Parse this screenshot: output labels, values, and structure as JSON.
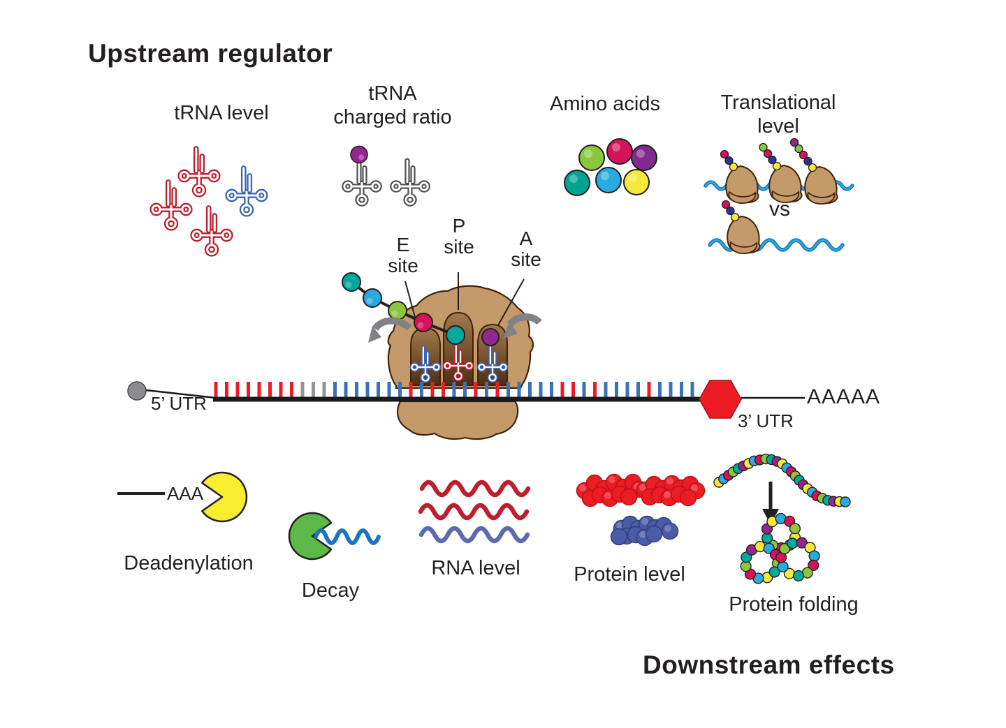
{
  "titles": {
    "upstream": "Upstream regulator",
    "downstream": "Downstream effects"
  },
  "upstream": {
    "trna_level_label": "tRNA level",
    "charged_line1": "tRNA",
    "charged_line2": "charged ratio",
    "amino_acids_label": "Amino acids",
    "amino_colors": [
      "#8CC63F",
      "#D4145A",
      "#7F2A8E",
      "#00A390",
      "#29ABE2",
      "#F5E93C"
    ],
    "translational_line1": "Translational",
    "translational_line2": "level",
    "vs_label": "vs",
    "polysome_chains": [
      [
        "y",
        "b",
        "m"
      ],
      [
        "y",
        "b",
        "m",
        "g"
      ],
      [
        "y",
        "b",
        "m",
        "g",
        "p"
      ]
    ],
    "monosome_chain": [
      "y",
      "b",
      "m"
    ]
  },
  "ribosome_sites": {
    "e_letter": "E",
    "e_word": "site",
    "p_letter": "P",
    "p_word": "site",
    "a_letter": "A",
    "a_word": "site"
  },
  "mrna": {
    "five_utr_label": "5’ UTR",
    "three_utr_label": "3’ UTR",
    "polya_label": "AAAAA",
    "tick_sequence": "RRRRRRRRGGGBBBBBBBRBRRBBRBRBBBBBRRBRBBBBRBBBB",
    "tick_colors": {
      "R": "#ED1C24",
      "B": "#3873B9",
      "G": "#939598"
    }
  },
  "downstream": {
    "deadenylation_label": "Deadenylation",
    "aaa_label": "AAA",
    "decay_label": "Decay",
    "rna_level_label": "RNA level",
    "protein_level_label": "Protein level",
    "protein_folding_label": "Protein folding",
    "folding_palette": [
      "y",
      "c",
      "m",
      "g",
      "t",
      "p"
    ]
  },
  "colors": {
    "text": "#231F20",
    "trna_red": "#BE1E2D",
    "trna_blue": "#3A66B0",
    "trna_uncharged_outline": "#4D4D4D",
    "charged_bead": "#93278F",
    "ribosome_tan": "#C49A6B",
    "ribosome_outline": "#42210B",
    "pocket_top": "#A27A4D",
    "pocket_bottom": "#4E2E12",
    "mrna_line": "#1A1A1A",
    "cap_gray": "#8C8C8E",
    "hexagon_red": "#ED1C24",
    "arrow_gray": "#808285",
    "mrna_wave_outer": "#1B75BB",
    "mrna_wave_inner": "#29ABE2",
    "pac_yellow": "#F9ED32",
    "pac_green": "#5CB947",
    "shape_outline": "#231F20",
    "rna_red": "#BE1E2D",
    "rna_blue": "#5C6BAE",
    "protein_red": "#EC1C24",
    "protein_red_dark": "#B81218",
    "protein_blue": "#4A5CA8",
    "protein_blue_dark": "#333F7A",
    "beads": {
      "y": "#F9E839",
      "c": "#29ABE2",
      "m": "#D4145A",
      "g": "#8CC63F",
      "t": "#00A99D",
      "p": "#93278F",
      "b": "#2E3192"
    },
    "nascent_chain_keys": [
      "t",
      "c",
      "g",
      "m"
    ]
  }
}
